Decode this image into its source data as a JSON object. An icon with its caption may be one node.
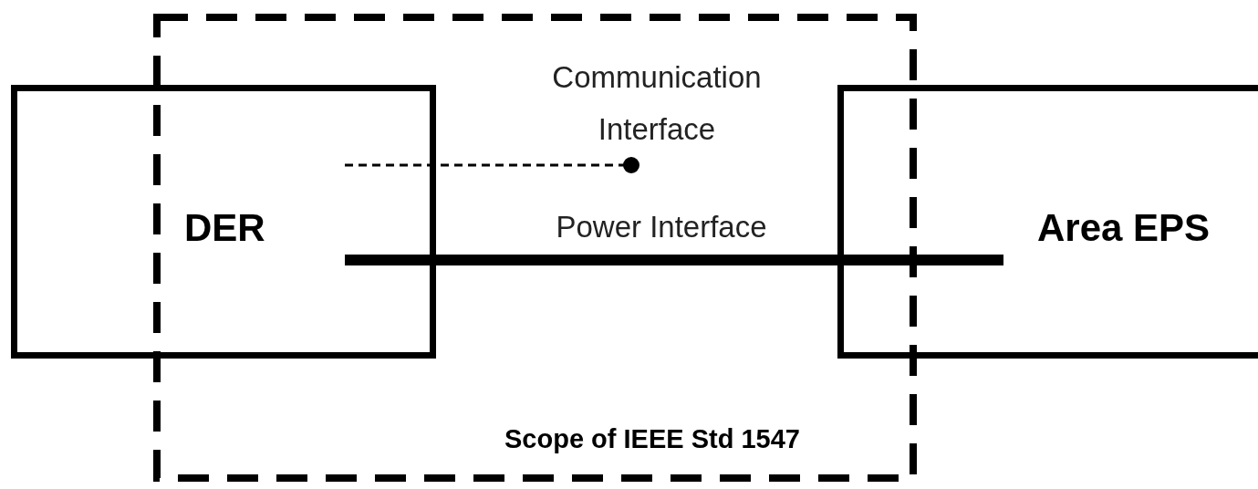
{
  "diagram": {
    "nodes": [
      {
        "text": [
          "DER"
        ]
      },
      {
        "text": [
          "Area EPS"
        ]
      },
      {
        "text": [
          "Scope of IEEE Std 1547"
        ]
      }
    ],
    "edges": [
      {
        "from": 0,
        "to": null,
        "arrow": "other",
        "style": "dashed",
        "label": "Communication Interface"
      },
      {
        "from": 0,
        "to": 1,
        "arrow": "none",
        "style": "thick",
        "label": "Power Interface"
      }
    ]
  }
}
